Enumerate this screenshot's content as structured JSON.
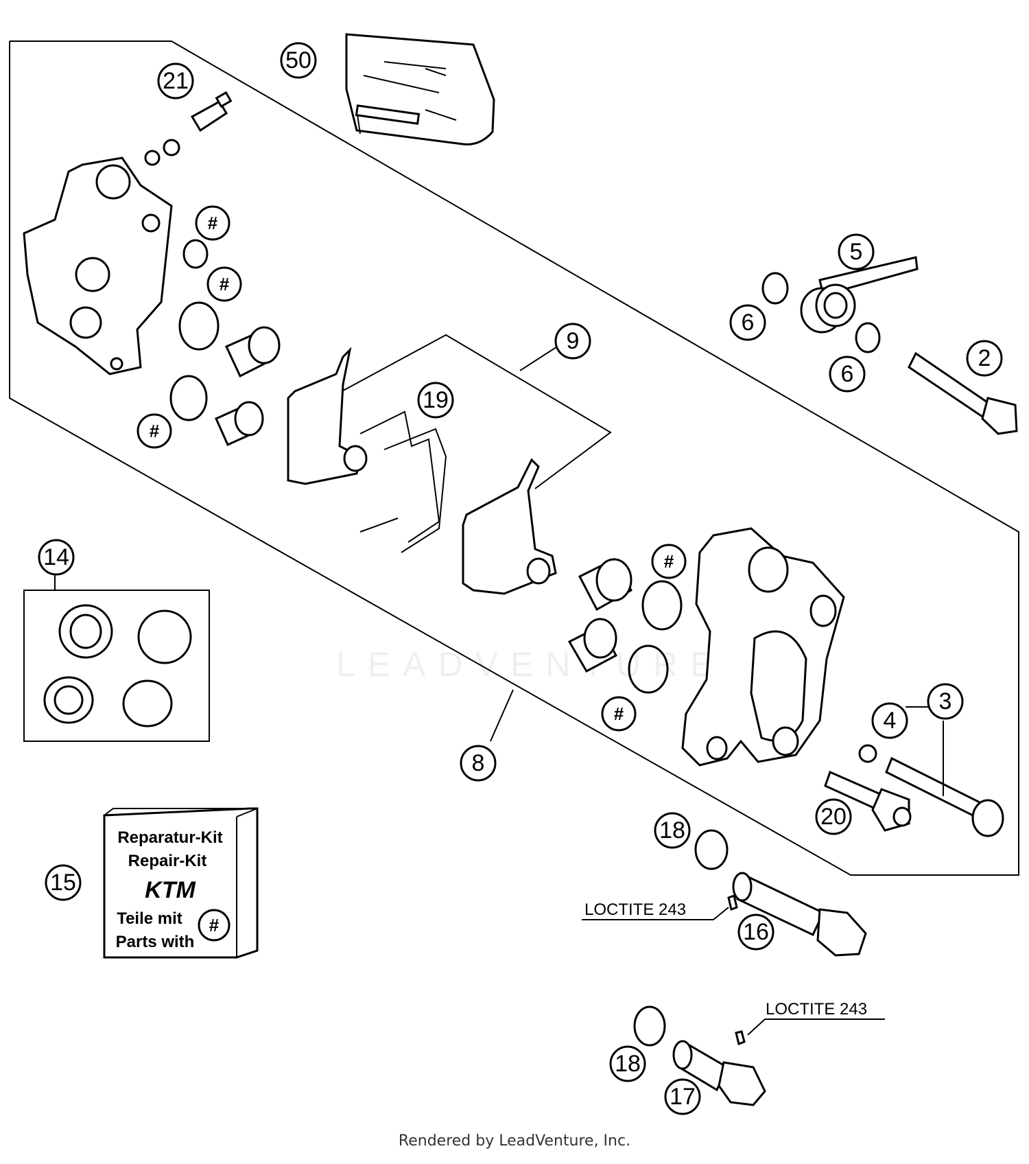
{
  "callouts": [
    {
      "id": "50",
      "label": "50"
    },
    {
      "id": "21",
      "label": "21"
    },
    {
      "id": "5",
      "label": "5"
    },
    {
      "id": "6a",
      "label": "6"
    },
    {
      "id": "6b",
      "label": "6"
    },
    {
      "id": "2",
      "label": "2"
    },
    {
      "id": "9",
      "label": "9"
    },
    {
      "id": "19",
      "label": "19"
    },
    {
      "id": "14",
      "label": "14"
    },
    {
      "id": "8",
      "label": "8"
    },
    {
      "id": "4",
      "label": "4"
    },
    {
      "id": "3",
      "label": "3"
    },
    {
      "id": "20",
      "label": "20"
    },
    {
      "id": "18a",
      "label": "18"
    },
    {
      "id": "15",
      "label": "15"
    },
    {
      "id": "16",
      "label": "16"
    },
    {
      "id": "18b",
      "label": "18"
    },
    {
      "id": "17",
      "label": "17"
    }
  ],
  "hash_marker": "#",
  "loctite_label": "LOCTITE 243",
  "repair_kit": {
    "line1": "Reparatur-Kit",
    "line2": "Repair-Kit",
    "brand": "KTM",
    "line3": "Teile mit",
    "line4": "Parts with",
    "marker": "#"
  },
  "watermark": "LEADVENTURE",
  "footer": "Rendered by LeadVenture, Inc."
}
